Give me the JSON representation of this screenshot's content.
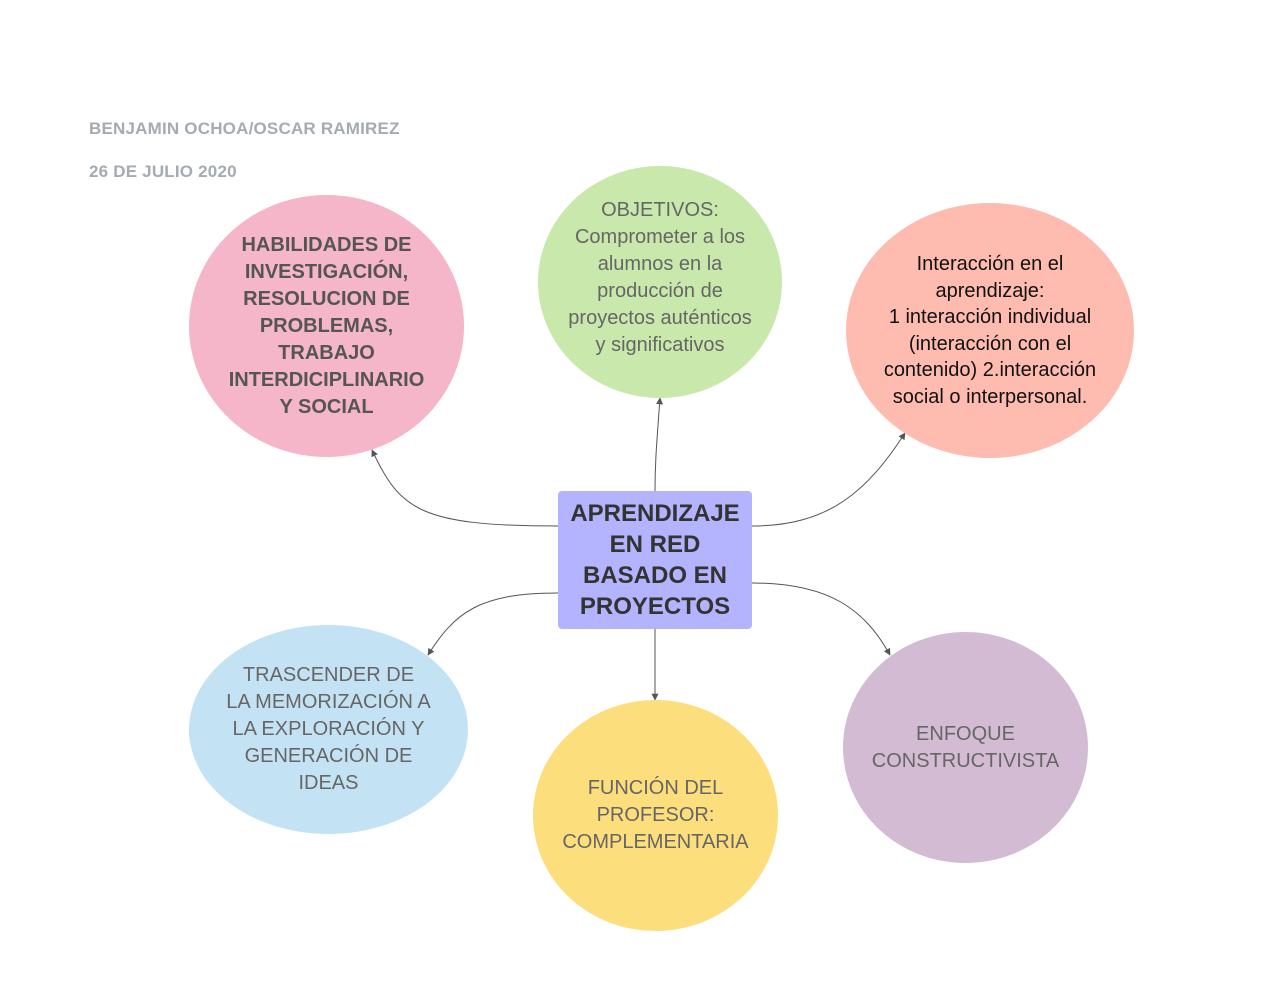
{
  "header": {
    "author": "BENJAMIN OCHOA/OSCAR RAMIREZ",
    "date": "26 DE JULIO 2020"
  },
  "center": {
    "label": "APRENDIZAJE\nEN RED\nBASADO EN\nPROYECTOS",
    "color": "#b3b3fe"
  },
  "nodes": {
    "habilidades": {
      "label": "HABILIDADES DE\nINVESTIGACIÓN,\nRESOLUCION DE\nPROBLEMAS,\nTRABAJO\nINTERDICIPLINARIO\nY SOCIAL",
      "color": "#f4b6c8"
    },
    "objetivos": {
      "label": "OBJETIVOS:\nComprometer a los\nalumnos en la\nproducción de\nproyectos  auténticos\ny significativos",
      "color": "#c8e8ac"
    },
    "interaccion": {
      "label": "Interacción en el\naprendizaje:\n1 interacción individual\n(interacción con el\ncontenido)  2.interacción\nsocial o interpersonal.",
      "color": "#febcb0"
    },
    "trascender": {
      "label": "TRASCENDER DE\nLA MEMORIZACIÓN A\nLA  EXPLORACIÓN Y\nGENERACIÓN DE\nIDEAS",
      "color": "#c3e3f4"
    },
    "funcion": {
      "label": "FUNCIÓN DEL\nPROFESOR:\nCOMPLEMENTARIA",
      "color": "#fdde7d"
    },
    "enfoque": {
      "label": "ENFOQUE\nCONSTRUCTIVISTA",
      "color": "#d3bcd3"
    }
  }
}
